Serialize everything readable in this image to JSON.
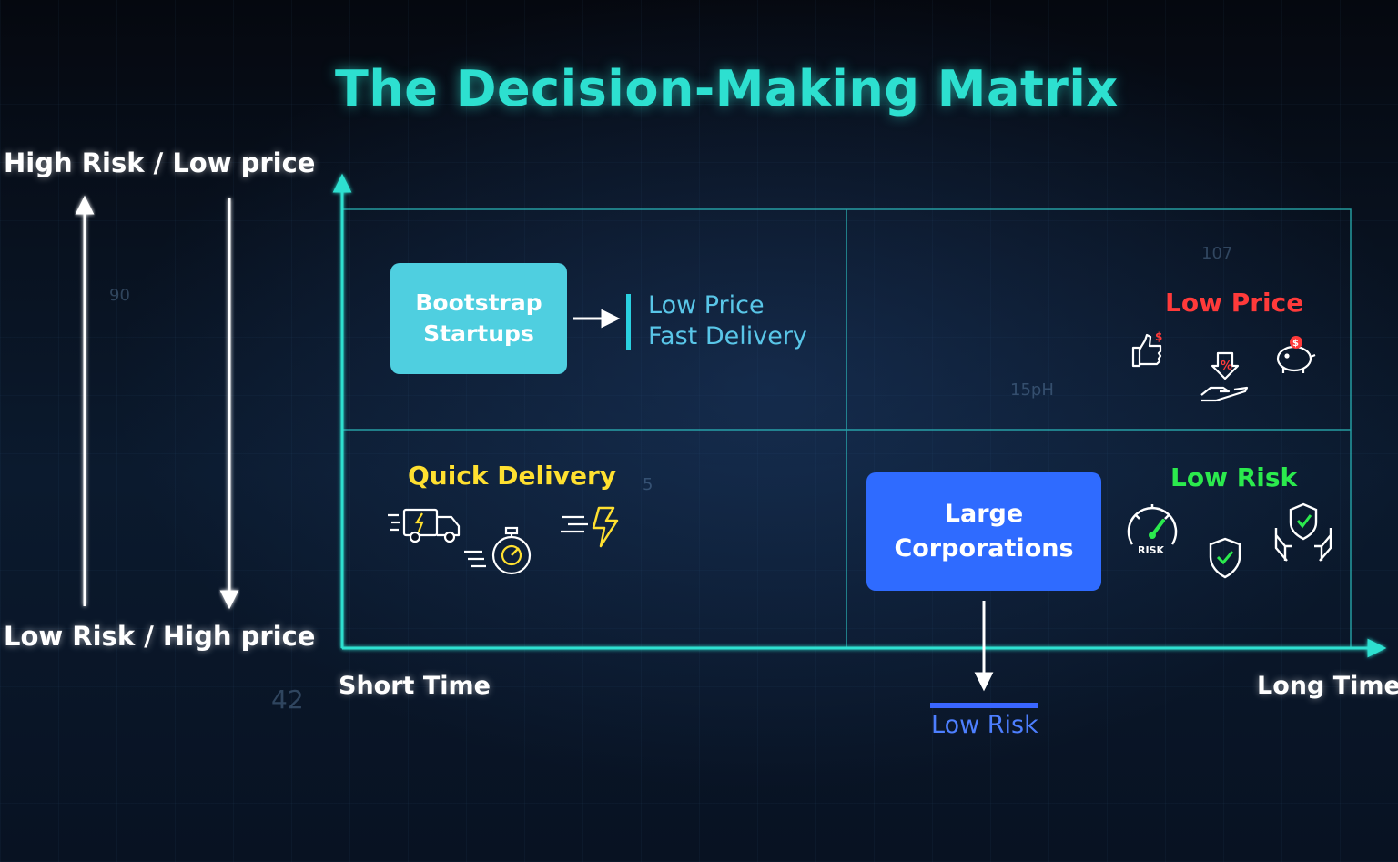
{
  "title": "The Decision-Making Matrix",
  "y_axis": {
    "top_label": "High Risk / Low price",
    "bottom_label": "Low Risk / High price"
  },
  "x_axis": {
    "left_label": "Short Time",
    "right_label": "Long Time"
  },
  "quadrants": {
    "top_left": {
      "box_line1": "Bootstrap",
      "box_line2": "Startups",
      "note_line1": "Low Price",
      "note_line2": "Fast Delivery"
    },
    "top_right": {
      "label": "Low Price"
    },
    "bottom_left": {
      "label": "Quick Delivery"
    },
    "bottom_right": {
      "label": "Low Risk",
      "box_line1": "Large",
      "box_line2": "Corporations",
      "risk_gauge_text": "RISK"
    }
  },
  "below_axis_label": "Low Risk",
  "background_numbers": [
    "90",
    "5",
    "42",
    "107",
    "15pH"
  ],
  "colors": {
    "title": "#2de0d0",
    "bootstrap_box": "#4fcfe0",
    "large_corp_box": "#2f6bff",
    "low_price": "#ff3a3a",
    "low_risk": "#2bea4d",
    "quick_delivery": "#ffe030",
    "grid": "#2ec8c8"
  },
  "icons": [
    "thumbs-up-dollar-icon",
    "hand-discount-icon",
    "piggy-bank-icon",
    "delivery-truck-icon",
    "stopwatch-icon",
    "lightning-icon",
    "risk-gauge-icon",
    "shield-check-icon",
    "hands-shield-icon"
  ]
}
